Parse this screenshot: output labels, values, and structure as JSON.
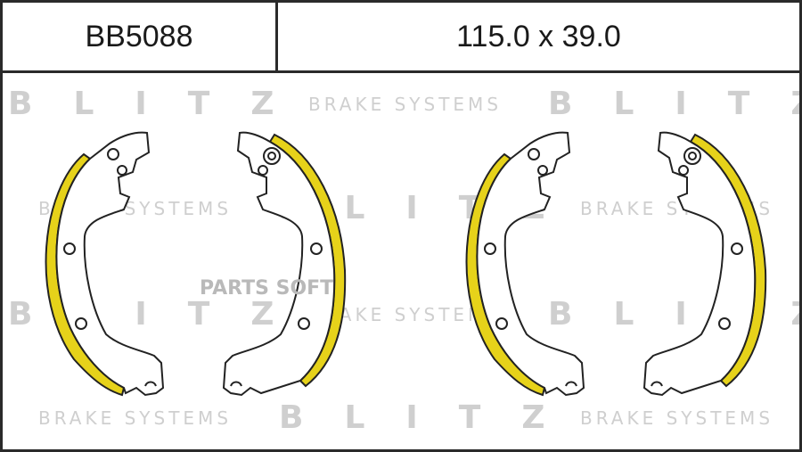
{
  "header": {
    "part_number": "BB5088",
    "dimensions": "115.0 x 39.0"
  },
  "watermarks": {
    "brand": "BLITZ",
    "subtitle": "BRAKE SYSTEMS",
    "site": "PARTS SOFT"
  },
  "colors": {
    "lining": "#e6d21a",
    "outline": "#222222",
    "watermark": "#cfcfcf"
  }
}
